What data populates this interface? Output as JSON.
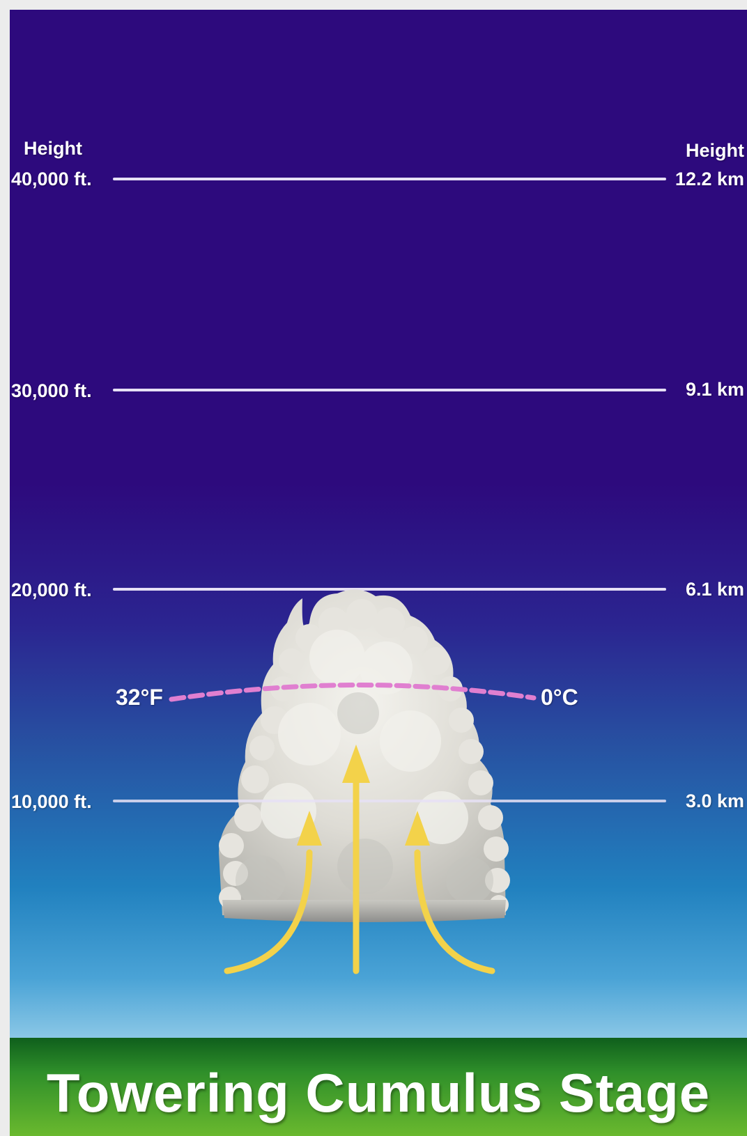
{
  "left_axis": {
    "header": "Height",
    "labels": [
      "40,000 ft.",
      "30,000 ft.",
      "20,000 ft.",
      "10,000 ft."
    ]
  },
  "right_axis": {
    "header": "Height",
    "labels": [
      "12.2 km",
      "9.1 km",
      "6.1 km",
      "3.0 km"
    ]
  },
  "freezing_level": {
    "fahrenheit": "32°F",
    "celsius": "0°C"
  },
  "stage_title": "Towering Cumulus Stage",
  "colors": {
    "sky_top": "#2d0a7d",
    "sky_bottom": "#8ac7e6",
    "ground": "#2f8f2a",
    "freezing_line": "#e07fd0",
    "updraft_arrow": "#f3d24a",
    "cloud": "#dcdad3"
  }
}
